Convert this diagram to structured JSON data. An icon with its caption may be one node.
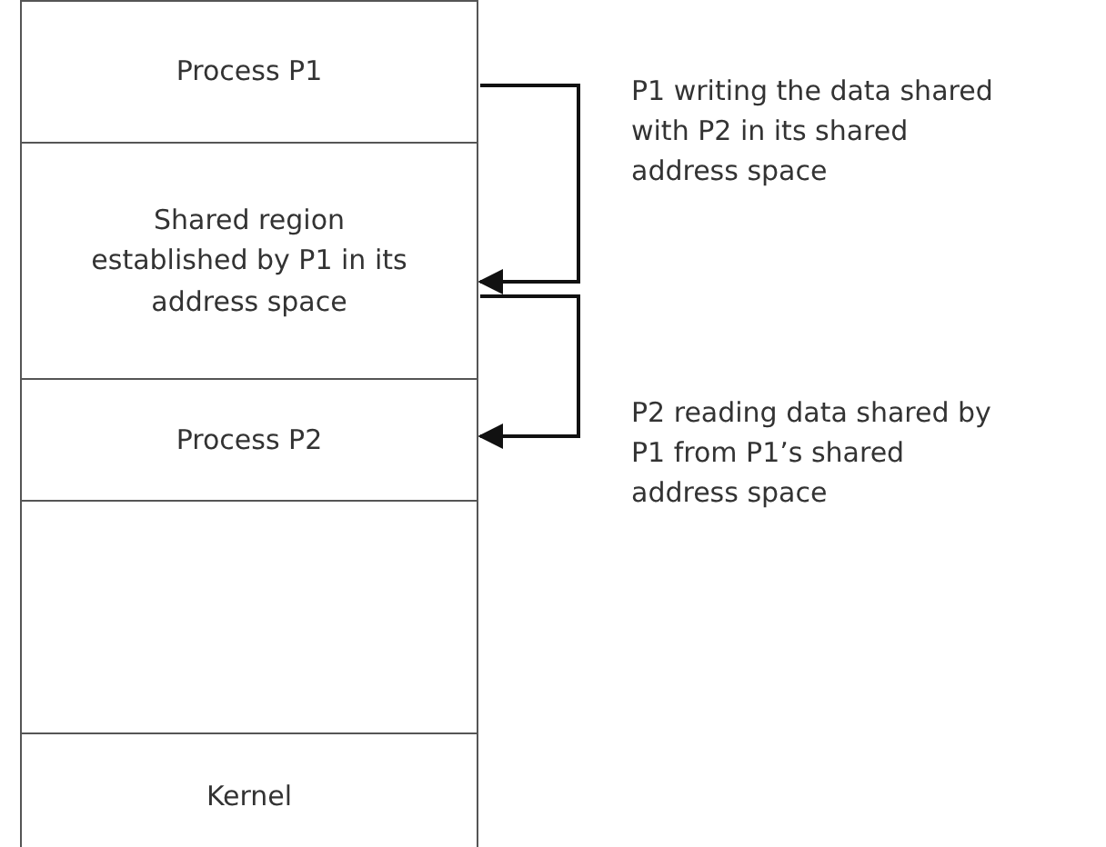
{
  "diagram": {
    "nodes": [
      {
        "text": [
          "Process P1"
        ]
      },
      {
        "text": [
          "Shared region established by P1 in its address space"
        ]
      },
      {
        "text": [
          "Process P2"
        ]
      },
      {
        "text": [],
        "shape": "box"
      },
      {
        "text": [
          "Kernel"
        ]
      }
    ],
    "edges": [
      {
        "from": 0,
        "to": 1,
        "arrow": "to"
      },
      {
        "from": 1,
        "to": 2,
        "arrow": "to"
      }
    ],
    "labels": [
      "P1 writing the data shared with P2 in its shared address space",
      "P2 reading data shared by P1 from P1’s shared address space"
    ]
  }
}
